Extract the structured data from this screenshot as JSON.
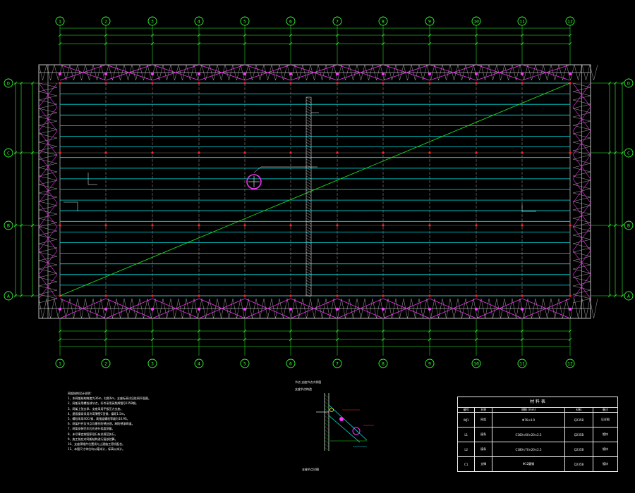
{
  "colors": {
    "background": "#000000",
    "axis": "#33ff33",
    "purlin": "#00e5e5",
    "truss": "#ffffff",
    "brace": "#ff33ff",
    "node": "#ff2222",
    "diagonal": "#22dd22",
    "text": "#ffffff"
  },
  "grid": {
    "column_labels": [
      "1",
      "2",
      "3",
      "4",
      "5",
      "6",
      "7",
      "8",
      "9",
      "10",
      "11",
      "12"
    ],
    "row_labels": [
      "D",
      "C",
      "B",
      "A"
    ]
  },
  "notes": {
    "lines": [
      "网架结构设计说明：",
      "1、本网架结构跨度为36m，柱距6m，支座标高详见柱网平面图。",
      "2、网架采用螺栓球节点，杆件采用高频焊管Q235B钢。",
      "3、网架上弦支承，支座采用平板压力支座。",
      "4、屋面檩条采用冷弯薄壁C型钢，檩距1.5m。",
      "5、螺栓采用40Cr钢，高强度螺栓等级为10.9S。",
      "6、网架杆件及节点均需作防锈处理，刷防锈漆两道。",
      "7、网架安装完毕后应进行挠度测量。",
      "8、未尽事宜按国家现行有关规范执行。",
      "9、施工前应对网架结构进行复核验算。",
      "10、支座预埋件位置须与土建施工密切配合。",
      "11、本图尺寸单位均以毫米计，标高以米计。"
    ]
  },
  "detail": {
    "title": "节点 支座节点大样图",
    "subtitle": "支座节点构造",
    "caption": "支座节点详图"
  },
  "material_table": {
    "title": "材 料 表",
    "headers": [
      "编号",
      "名称",
      "规格 (mm)",
      "材料",
      "备注"
    ],
    "rows": [
      [
        "WJ1",
        "网架",
        "Φ76×4.0",
        "Q235B",
        "见详图"
      ],
      [
        "L1",
        "檩条",
        "C160×60×20×2.5",
        "Q235B",
        "镀锌"
      ],
      [
        "L2",
        "檩条",
        "C180×70×20×2.5",
        "Q235B",
        "镀锌"
      ],
      [
        "C1",
        "支撑",
        "Φ12圆钢",
        "Q235B",
        "镀锌"
      ]
    ]
  }
}
